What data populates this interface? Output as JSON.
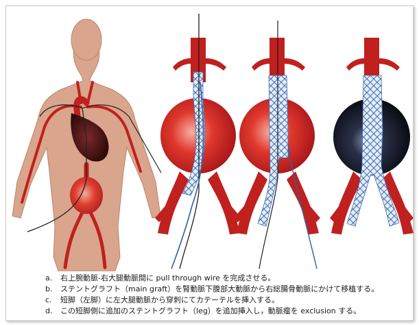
{
  "captions": [
    {
      "letter": "a.",
      "text": "右上腕動脈-右大腿動脈間に pull through wire を完成させる。"
    },
    {
      "letter": "b.",
      "text": "ステントグラフト（main graft）を腎動脈下腹部大動脈から右総腸骨動脈にかけて移植する。"
    },
    {
      "letter": "c.",
      "text": "短脚（左脚）に左大腿動脈から穿刺にてカテーテルを挿入する。"
    },
    {
      "letter": "d.",
      "text": "この短脚側に追加のステントグラフト（leg）を追加挿入し，動脈瘤を exclusion する。"
    }
  ],
  "colors": {
    "skin": "#d9a58c",
    "artery": "#c0201e",
    "aneurysm": "#d2281f",
    "excluded_sac": "#141824",
    "stent_graft": "#dde8f4",
    "wire": "#2d5fa8"
  }
}
